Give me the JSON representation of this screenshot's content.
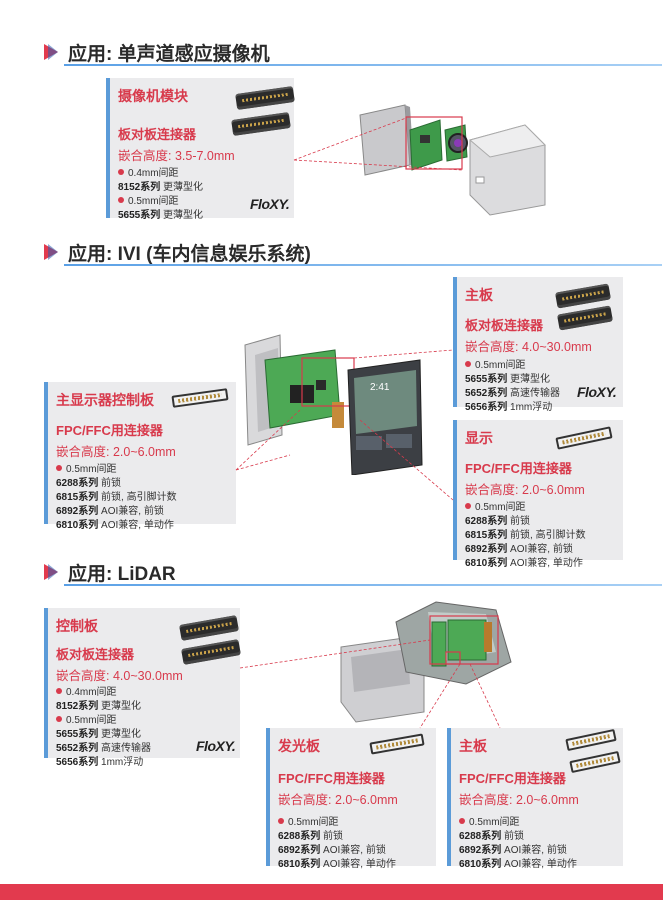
{
  "sections": {
    "camera": {
      "heading": "应用: 单声道感应摄像机",
      "card": {
        "title": "摄像机模块",
        "subtitle": "板对板连接器",
        "height": "嵌合高度: 3.5-7.0mm",
        "rows": [
          {
            "dot": true,
            "text": "0.4mm间距"
          },
          {
            "series": "8152系列",
            "text": "更薄型化"
          },
          {
            "dot": true,
            "text": "0.5mm间距"
          },
          {
            "series": "5655系列",
            "text": "更薄型化"
          }
        ],
        "brand": "FloXY."
      }
    },
    "ivi": {
      "heading": "应用: IVI (车内信息娱乐系统)",
      "screen_time": "2:41",
      "main_board": {
        "title": "主板",
        "subtitle": "板对板连接器",
        "height": "嵌合高度: 4.0~30.0mm",
        "rows": [
          {
            "dot": true,
            "text": "0.5mm间距"
          },
          {
            "series": "5655系列",
            "text": "更薄型化"
          },
          {
            "series": "5652系列",
            "text": "高速传输器"
          },
          {
            "series": "5656系列",
            "text": "1mm浮动"
          }
        ],
        "brand": "FloXY."
      },
      "display_board": {
        "title": "主显示器控制板",
        "subtitle": "FPC/FFC用连接器",
        "height": "嵌合高度: 2.0~6.0mm",
        "rows": [
          {
            "dot": true,
            "text": "0.5mm间距"
          },
          {
            "series": "6288系列",
            "text": "前锁"
          },
          {
            "series": "6815系列",
            "text": "前锁, 高引脚计数"
          },
          {
            "series": "6892系列",
            "text": "AOI兼容, 前锁"
          },
          {
            "series": "6810系列",
            "text": "AOI兼容, 单动作"
          }
        ]
      },
      "display": {
        "title": "显示",
        "subtitle": "FPC/FFC用连接器",
        "height": "嵌合高度: 2.0~6.0mm",
        "rows": [
          {
            "dot": true,
            "text": "0.5mm间距"
          },
          {
            "series": "6288系列",
            "text": "前锁"
          },
          {
            "series": "6815系列",
            "text": "前锁, 高引脚计数"
          },
          {
            "series": "6892系列",
            "text": "AOI兼容, 前锁"
          },
          {
            "series": "6810系列",
            "text": "AOI兼容, 单动作"
          }
        ]
      }
    },
    "lidar": {
      "heading": "应用: LiDAR",
      "control_board": {
        "title": "控制板",
        "subtitle": "板对板连接器",
        "height": "嵌合高度: 4.0~30.0mm",
        "rows": [
          {
            "dot": true,
            "text": "0.4mm间距"
          },
          {
            "series": "8152系列",
            "text": "更薄型化"
          },
          {
            "dot": true,
            "text": "0.5mm间距"
          },
          {
            "series": "5655系列",
            "text": "更薄型化"
          },
          {
            "series": "5652系列",
            "text": "高速传输器"
          },
          {
            "series": "5656系列",
            "text": "1mm浮动"
          }
        ],
        "brand": "FloXY."
      },
      "emitter_board": {
        "title": "发光板",
        "subtitle": "FPC/FFC用连接器",
        "height": "嵌合高度: 2.0~6.0mm",
        "rows": [
          {
            "dot": true,
            "text": "0.5mm间距"
          },
          {
            "series": "6288系列",
            "text": "前锁"
          },
          {
            "series": "6892系列",
            "text": "AOI兼容, 前锁"
          },
          {
            "series": "6810系列",
            "text": "AOI兼容, 单动作"
          }
        ]
      },
      "main_board": {
        "title": "主板",
        "subtitle": "FPC/FFC用连接器",
        "height": "嵌合高度: 2.0~6.0mm",
        "rows": [
          {
            "dot": true,
            "text": "0.5mm间距"
          },
          {
            "series": "6288系列",
            "text": "前锁"
          },
          {
            "series": "6892系列",
            "text": "AOI兼容, 前锁"
          },
          {
            "series": "6810系列",
            "text": "AOI兼容, 单动作"
          }
        ]
      }
    }
  },
  "colors": {
    "accent_red": "#e23a4e",
    "accent_blue": "#5b9bd8",
    "card_bg": "#ebebed"
  },
  "icons": [
    "board-to-board-connector-icon",
    "fpc-connector-icon",
    "camera-module-illustration",
    "ivi-display-illustration",
    "lidar-unit-illustration"
  ]
}
